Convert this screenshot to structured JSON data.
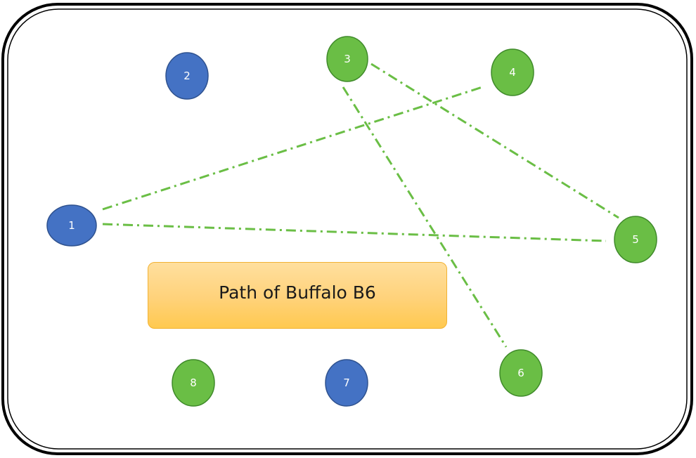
{
  "title": "Path of Buffalo B6",
  "colors": {
    "blue_node": "#4472c4",
    "blue_node_stroke": "#2f528f",
    "green_node": "#6abe45",
    "green_node_stroke": "#3f8a2a",
    "edge": "#6abe45",
    "frame": "#000000"
  },
  "nodes": [
    {
      "id": "1",
      "label": "1",
      "color": "blue"
    },
    {
      "id": "2",
      "label": "2",
      "color": "blue"
    },
    {
      "id": "3",
      "label": "3",
      "color": "green"
    },
    {
      "id": "4",
      "label": "4",
      "color": "green"
    },
    {
      "id": "5",
      "label": "5",
      "color": "green"
    },
    {
      "id": "6",
      "label": "6",
      "color": "green"
    },
    {
      "id": "7",
      "label": "7",
      "color": "blue"
    },
    {
      "id": "8",
      "label": "8",
      "color": "green"
    }
  ],
  "edges": [
    {
      "from": "1",
      "to": "4",
      "style": "dash-dot"
    },
    {
      "from": "1",
      "to": "5",
      "style": "dash-dot"
    },
    {
      "from": "3",
      "to": "5",
      "style": "dash-dot"
    },
    {
      "from": "3",
      "to": "6",
      "style": "dash-dot"
    }
  ]
}
